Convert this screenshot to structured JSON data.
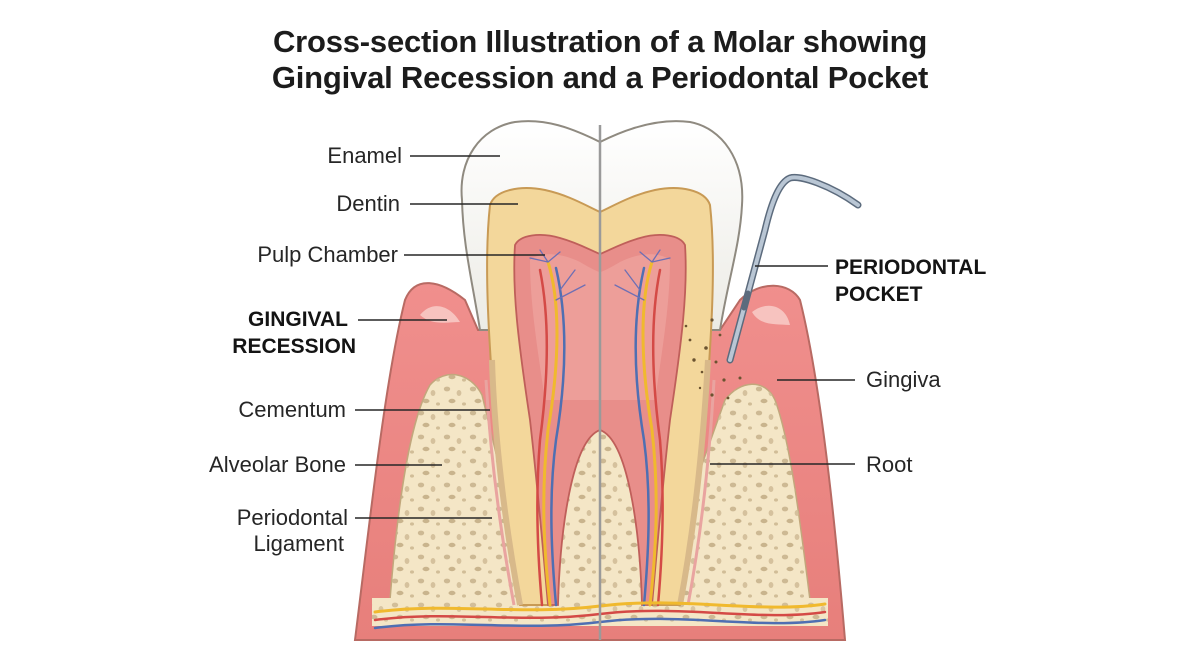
{
  "title": {
    "line1": "Cross-section Illustration of a Molar showing",
    "line2": "Gingival Recession and a Periodontal Pocket"
  },
  "labels": {
    "enamel": "Enamel",
    "dentin": "Dentin",
    "pulp_chamber": "Pulp Chamber",
    "gingival_recession_1": "GINGIVAL",
    "gingival_recession_2": "RECESSION",
    "cementum": "Cementum",
    "alveolar_bone": "Alveolar Bone",
    "periodontal_ligament_1": "Periodontal",
    "periodontal_ligament_2": "Ligament",
    "periodontal_pocket_1": "PERIODONTAL",
    "periodontal_pocket_2": "POCKET",
    "gingiva": "Gingiva",
    "root": "Root"
  },
  "colors": {
    "enamel": "#f6f4ee",
    "dentin": "#f3d79b",
    "pulp": "#e88e8a",
    "gingiva": "#ef9b98",
    "bone": "#f4e6c6",
    "bone_pores": "#c9b48e",
    "nerve": "#f0b92e",
    "artery": "#d44a46",
    "vein": "#4f6fb2",
    "probe": "#8a9bb0"
  }
}
